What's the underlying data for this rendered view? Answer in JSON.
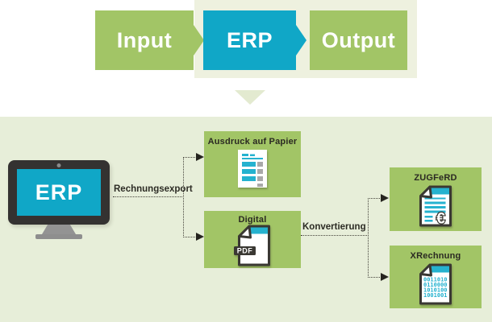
{
  "colors": {
    "green": "#a2c566",
    "blue": "#10a7c7",
    "teal": "#25b2cf",
    "panel_top": "#eef1df",
    "panel_main": "#e7eed9",
    "dark_text": "#2c2b24"
  },
  "top_flow": {
    "steps": [
      {
        "label": "Input"
      },
      {
        "label": "ERP"
      },
      {
        "label": "Output"
      }
    ]
  },
  "diagram": {
    "monitor_label": "ERP",
    "export_label": "Rechnungsexport",
    "conversion_label": "Konvertierung",
    "paper_box": {
      "title": "Ausdruck auf Papier",
      "icon": "printed-invoice-icon"
    },
    "digital_box": {
      "title": "Digital",
      "icon": "pdf-file-icon",
      "badge": "PDF"
    },
    "zugferd_box": {
      "title": "ZUGFeRD",
      "icon": "euro-invoice-icon",
      "euro": "€"
    },
    "xrechnung_box": {
      "title": "XRechnung",
      "icon": "binary-file-icon",
      "binary_lines": [
        "0011010",
        "0110000",
        "1010100",
        "1001001"
      ]
    }
  }
}
